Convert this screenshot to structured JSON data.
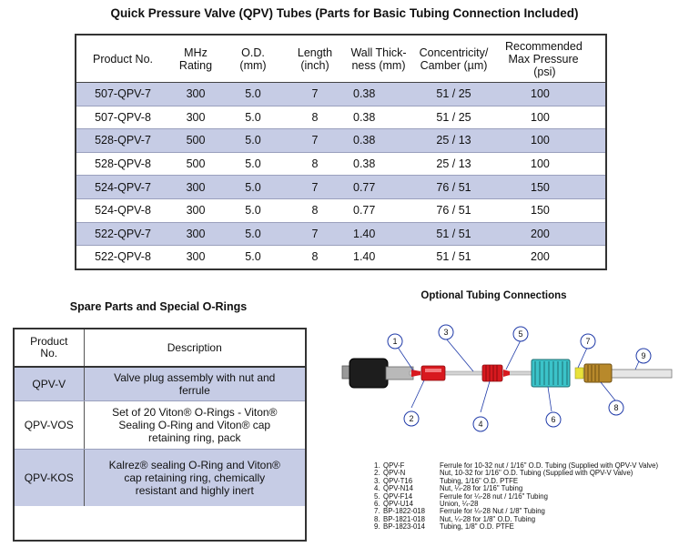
{
  "main_title": "Quick Pressure Valve (QPV) Tubes (Parts for Basic Tubing Connection Included)",
  "main_table": {
    "headers": {
      "product": "Product No.",
      "mhz_1": "MHz",
      "mhz_2": "Rating",
      "od_1": "O.D.",
      "od_2": "(mm)",
      "length_1": "Length",
      "length_2": "(inch)",
      "wall_1": "Wall Thick-",
      "wall_2": "ness (mm)",
      "conc_1": "Concentricity/",
      "conc_2": "Camber (µm)",
      "press_1": "Recommended",
      "press_2": "Max Pressure",
      "press_3": "(psi)"
    },
    "rows": [
      {
        "product": "507-QPV-7",
        "mhz": "300",
        "od": "5.0",
        "length": "7",
        "wall": "0.38",
        "conc": "51 / 25",
        "pressure": "100"
      },
      {
        "product": "507-QPV-8",
        "mhz": "300",
        "od": "5.0",
        "length": "8",
        "wall": "0.38",
        "conc": "51 / 25",
        "pressure": "100"
      },
      {
        "product": "528-QPV-7",
        "mhz": "500",
        "od": "5.0",
        "length": "7",
        "wall": "0.38",
        "conc": "25 / 13",
        "pressure": "100"
      },
      {
        "product": "528-QPV-8",
        "mhz": "500",
        "od": "5.0",
        "length": "8",
        "wall": "0.38",
        "conc": "25 / 13",
        "pressure": "100"
      },
      {
        "product": "524-QPV-7",
        "mhz": "300",
        "od": "5.0",
        "length": "7",
        "wall": "0.77",
        "conc": "76 / 51",
        "pressure": "150"
      },
      {
        "product": "524-QPV-8",
        "mhz": "300",
        "od": "5.0",
        "length": "8",
        "wall": "0.77",
        "conc": "76 / 51",
        "pressure": "150"
      },
      {
        "product": "522-QPV-7",
        "mhz": "300",
        "od": "5.0",
        "length": "7",
        "wall": "1.40",
        "conc": "51 / 51",
        "pressure": "200"
      },
      {
        "product": "522-QPV-8",
        "mhz": "300",
        "od": "5.0",
        "length": "8",
        "wall": "1.40",
        "conc": "51 / 51",
        "pressure": "200"
      }
    ]
  },
  "spare": {
    "title": "Spare Parts and Special O-Rings",
    "header_product_1": "Product",
    "header_product_2": "No.",
    "header_desc": "Description",
    "rows": [
      {
        "product": "QPV-V",
        "desc_lines": [
          "Valve plug assembly with nut and",
          "ferrule"
        ]
      },
      {
        "product": "QPV-VOS",
        "desc_lines": [
          "Set of 20 Viton® O-Rings - Viton®",
          "Sealing O-Ring and Viton® cap",
          "retaining ring, pack"
        ]
      },
      {
        "product": "QPV-KOS",
        "desc_lines": [
          "Kalrez® sealing O-Ring and Viton®",
          "cap retaining ring, chemically",
          "resistant and highly inert"
        ]
      }
    ]
  },
  "optional": {
    "title": "Optional Tubing Connections",
    "callouts": [
      "1",
      "2",
      "3",
      "4",
      "5",
      "6",
      "7",
      "8",
      "9"
    ],
    "parts": [
      {
        "num": "1.",
        "code": "QPV-F",
        "desc": "Ferrule for 10-32 nut / 1/16\" O.D. Tubing (Supplied with QPV-V Valve)"
      },
      {
        "num": "2.",
        "code": "QPV-N",
        "desc": "Nut, 10-32 for 1/16\" O.D. Tubing (Supplied with QPV-V Valve)"
      },
      {
        "num": "3.",
        "code": "QPV-T16",
        "desc": "Tubing, 1/16\" O.D. PTFE"
      },
      {
        "num": "4.",
        "code": "QPV-N14",
        "desc": "Nut, ¼-28 for 1/16\" Tubing"
      },
      {
        "num": "5.",
        "code": "QPV-F14",
        "desc": "Ferrule for ¼-28 nut / 1/16\" Tubing"
      },
      {
        "num": "6.",
        "code": "QPV-U14",
        "desc": "Union, ¼-28"
      },
      {
        "num": "7.",
        "code": "BP-1822-018",
        "desc": "Ferrule for ¼-28 Nut / 1/8\" Tubing"
      },
      {
        "num": "8.",
        "code": "BP-1821-018",
        "desc": "Nut, ¼-28 for 1/8\" O.D. Tubing"
      },
      {
        "num": "9.",
        "code": "BP-1823-014",
        "desc": "Tubing, 1/8\" O.D. PTFE"
      }
    ]
  },
  "colors": {
    "row_shade": "#c6cce5",
    "callout_blue": "#1f3aa8",
    "nut_red": "#d8191f",
    "union_teal": "#3bc3c9",
    "nut_brass": "#b8892b",
    "ferrule_yellow": "#e8e23a"
  }
}
